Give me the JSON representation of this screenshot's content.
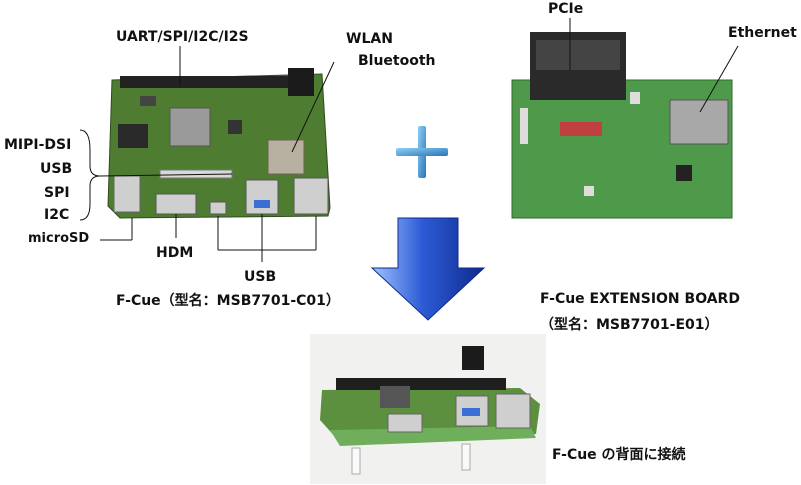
{
  "left_board": {
    "label_top": "UART/SPI/I2C/I2S",
    "label_wlan": "WLAN",
    "label_bt": "Bluetooth",
    "side_labels": [
      "MIPI-DSI",
      "USB",
      "SPI",
      "I2C"
    ],
    "label_microsd": "microSD",
    "label_hdmi": "HDM",
    "label_usb": "USB",
    "caption": "F-Cue（型名：MSB7701-C01）"
  },
  "right_board": {
    "label_pcie": "PCIe",
    "label_ethernet": "Ethernet",
    "caption_line1": "F-Cue EXTENSION BOARD",
    "caption_line2": "（型名：MSB7701-E01）"
  },
  "bottom": {
    "caption": "F-Cue の背面に接続"
  },
  "colors": {
    "pcb_green": "#5d8a3a",
    "ext_pcb_green": "#4f9a4a",
    "arrow_blue": "#2d5bd6",
    "plus_blue": "#4aa0d8"
  }
}
